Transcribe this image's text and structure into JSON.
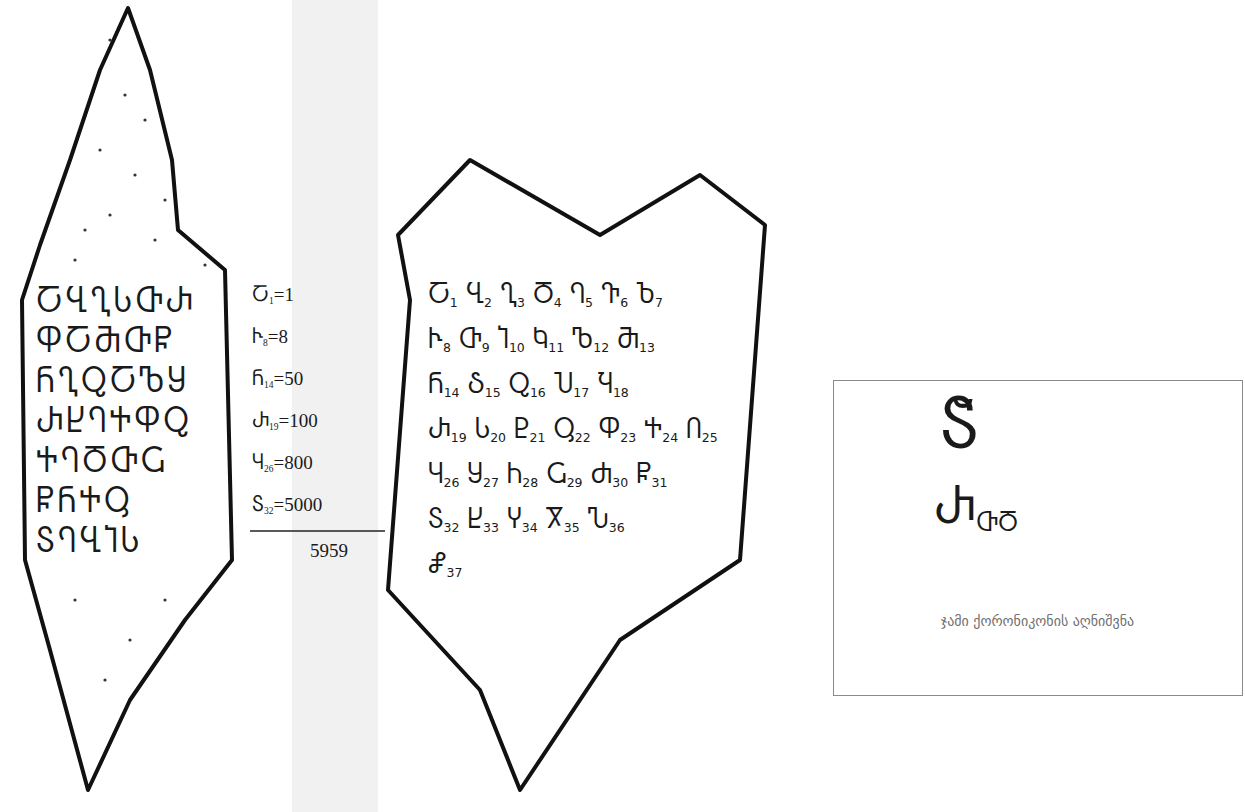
{
  "diagram": {
    "nodes": [
      {
        "text": [
          "ႠႡႢႱႧႰ",
          "ႴႠႫႧႼ",
          "ႬႢႭႠႪႸ",
          "ႰႾႤႵႴႭ",
          "ႵႤႣႧႺ",
          "ႼႬႵႳ",
          "ႽႤႡႨႱ"
        ]
      },
      {
        "text": [
          "Ⴀ1 Ⴁ2 Ⴂ3 Ⴃ4 Ⴄ5 Ⴅ6 Ⴆ7",
          "Ⴡ8 Ⴇ9 Ⴈ10 Ⴉ11 Ⴊ12 Ⴋ13",
          "Ⴌ14 Ⴢ15 Ⴍ16 Ⴎ17 Ⴏ18",
          "Ⴐ19 Ⴑ20 Ⴒ21 Ⴓ22 Ⴔ23 Ⴕ24 Ⴖ25",
          "Ⴗ26 Ⴘ27 Ⴙ28 Ⴚ29 Ⴛ30 Ⴜ31",
          "Ⴝ32 Ⴞ33 Ⴤ34 Ⴟ35 Ⴠ36",
          "Ⴥ37"
        ]
      },
      {
        "text": [
          "Ⴝ̆",
          "ႰႧႣ",
          "ჯამი ქორონიკონის აღნიშვნა"
        ]
      }
    ],
    "labels": [
      "Ⴀ1=1",
      "Ⴡ8=8",
      "Ⴌ14=50",
      "Ⴐ19=100",
      "Ⴗ26=800",
      "Ⴝ32=5000",
      "5959"
    ]
  }
}
